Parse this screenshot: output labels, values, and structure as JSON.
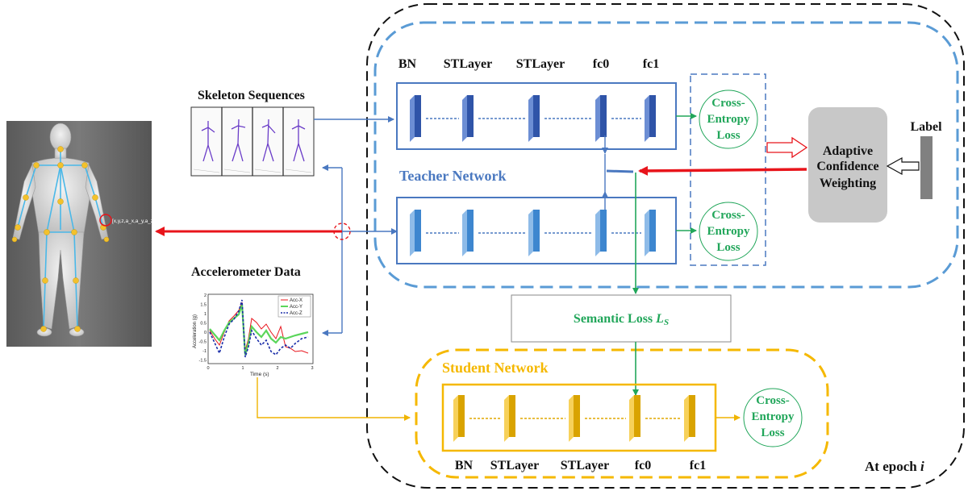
{
  "labels": {
    "skeleton_sequences": "Skeleton Sequences",
    "accelerometer_data": "Accelerometer Data",
    "teacher_network": "Teacher Network",
    "student_network": "Student Network",
    "semantic_loss": "Semantic Loss ",
    "semantic_loss_symbol": "L",
    "semantic_loss_sub": "S",
    "adaptive_line1": "Adaptive",
    "adaptive_line2": "Confidence",
    "adaptive_line3": "Weighting",
    "label": "Label",
    "epoch_prefix": "At epoch ",
    "epoch_var": "i",
    "joint_coords": "[x,y,z,a_x,a_y,a_z]"
  },
  "teacher_layers": [
    "BN",
    "STLayer",
    "STLayer",
    "fc0",
    "fc1"
  ],
  "student_layers": [
    "BN",
    "STLayer",
    "STLayer",
    "fc0",
    "fc1"
  ],
  "ce_loss": {
    "line1": "Cross-",
    "line2": "Entropy",
    "line3": "Loss"
  },
  "accel_plot": {
    "ylabel": "Acceleration (g)",
    "xlabel": "Time (s)",
    "yticks": [
      "2",
      "1.5",
      "1",
      "0.5",
      "0",
      "-0.5",
      "-1",
      "-1.5"
    ],
    "xticks": [
      "0",
      "1",
      "2",
      "3"
    ],
    "legend": [
      "Acc-X",
      "Acc-Y",
      "Acc-Z"
    ]
  },
  "colors": {
    "teacher_blue": "#4a78c0",
    "teacher_box": "#5a9bd5",
    "student_gold": "#f5b800",
    "loss_green": "#21a65a",
    "red_arrow": "#e8141b",
    "gray_box": "#c8c8c8"
  }
}
